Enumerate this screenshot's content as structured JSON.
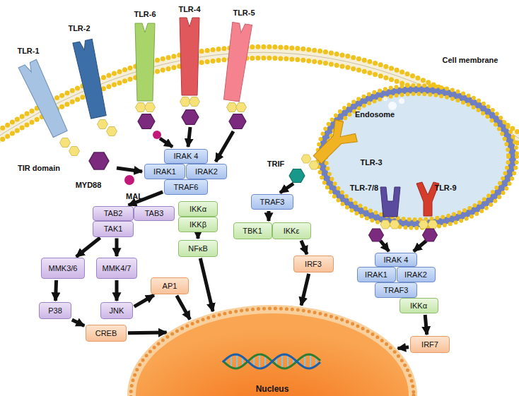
{
  "diagram": {
    "nodes": [
      {
        "text": [
          "IRAK 4"
        ]
      },
      {
        "text": [
          "IRAK1"
        ]
      },
      {
        "text": [
          "IRAK2"
        ]
      },
      {
        "text": [
          "TRAF6"
        ]
      },
      {
        "text": [
          "TAB2"
        ]
      },
      {
        "text": [
          "TAB3"
        ]
      },
      {
        "text": [
          "TAK1"
        ]
      },
      {
        "text": [
          "MMK3/6"
        ]
      },
      {
        "text": [
          "MMK4/7"
        ]
      },
      {
        "text": [
          "P38"
        ]
      },
      {
        "text": [
          "JNK"
        ]
      },
      {
        "text": [
          "AP1"
        ]
      },
      {
        "text": [
          "CREB"
        ]
      },
      {
        "text": [
          "IKKα"
        ]
      },
      {
        "text": [
          "IKKβ"
        ]
      },
      {
        "text": [
          "NFκB"
        ]
      },
      {
        "text": [
          "TRAF3"
        ]
      },
      {
        "text": [
          "TBK1"
        ]
      },
      {
        "text": [
          "IKKε"
        ]
      },
      {
        "text": [
          "IRF3"
        ]
      },
      {
        "text": [
          "IRAK 4"
        ]
      },
      {
        "text": [
          "IRAK1"
        ]
      },
      {
        "text": [
          "IRAK2"
        ]
      },
      {
        "text": [
          "TRAF3"
        ]
      },
      {
        "text": [
          "IKKα"
        ]
      },
      {
        "text": [
          "IRF7"
        ]
      },
      {
        "text": [
          "Nucleus"
        ]
      }
    ],
    "edges": [
      {
        "from": 3,
        "to": 4,
        "arrow": "to"
      },
      {
        "from": 6,
        "to": 7,
        "arrow": "to"
      },
      {
        "from": 6,
        "to": 8,
        "arrow": "to"
      },
      {
        "from": 7,
        "to": 9,
        "arrow": "to"
      },
      {
        "from": 9,
        "to": 12,
        "arrow": "to"
      },
      {
        "from": 8,
        "to": 10,
        "arrow": "to"
      },
      {
        "from": 10,
        "to": 11,
        "arrow": "to"
      },
      {
        "from": 14,
        "to": 15,
        "arrow": "to"
      },
      {
        "from": 16,
        "to": 17,
        "arrow": "to"
      },
      {
        "from": 18,
        "to": 19,
        "arrow": "to"
      },
      {
        "from": 24,
        "to": 25,
        "arrow": "to"
      },
      {
        "from": 11,
        "to": 26,
        "arrow": "to"
      },
      {
        "from": 15,
        "to": 26,
        "arrow": "to"
      },
      {
        "from": 19,
        "to": 26,
        "arrow": "to"
      },
      {
        "from": 25,
        "to": 26,
        "arrow": "to"
      },
      {
        "from": 12,
        "to": 26,
        "arrow": "to"
      }
    ],
    "labels": [
      "TLR-1",
      "TLR-2",
      "TLR-6",
      "TLR-4",
      "TLR-5",
      "Cell membrane",
      "Endosome",
      "TIR domain",
      "MYD88",
      "MAL",
      "TRIF",
      "TLR-3",
      "TLR-7/8",
      "TLR-9"
    ]
  }
}
